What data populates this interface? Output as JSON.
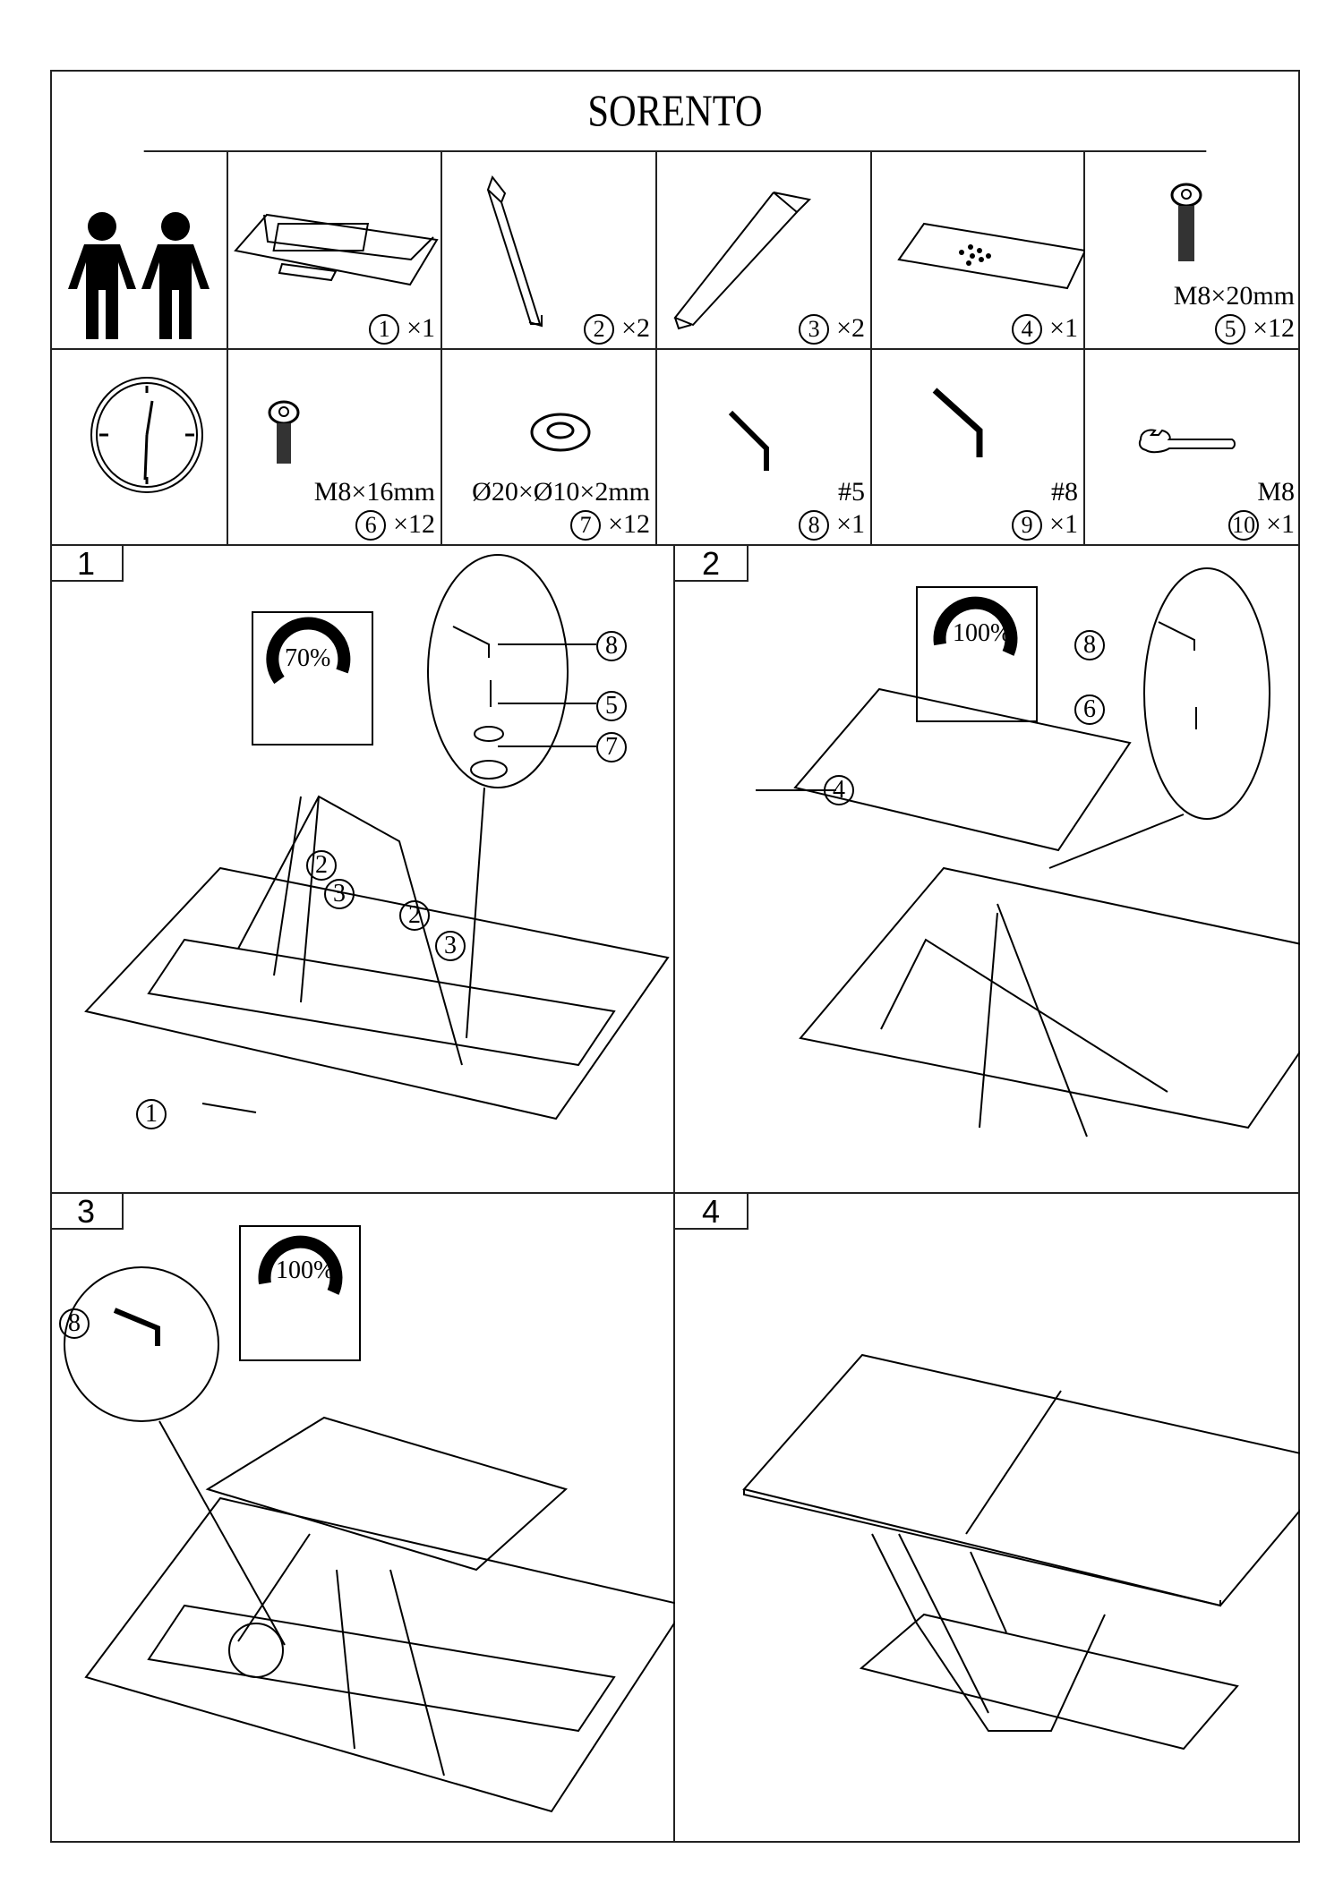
{
  "title": "SORENTO",
  "parts_row1": [
    {
      "icon": "two-persons-icon"
    },
    {
      "icon": "table-frame-icon",
      "num": "1",
      "qty": "×1"
    },
    {
      "icon": "leg-icon",
      "num": "2",
      "qty": "×2"
    },
    {
      "icon": "leg-icon",
      "num": "3",
      "qty": "×2"
    },
    {
      "icon": "top-plate-icon",
      "num": "4",
      "qty": "×1"
    },
    {
      "icon": "bolt-icon",
      "spec": "M8×20mm",
      "num": "5",
      "qty": "×12"
    }
  ],
  "parts_row2": [
    {
      "icon": "clock-icon"
    },
    {
      "icon": "bolt-icon",
      "spec": "M8×16mm",
      "num": "6",
      "qty": "×12"
    },
    {
      "icon": "washer-icon",
      "spec": "Ø20×Ø10×2mm",
      "num": "7",
      "qty": "×12"
    },
    {
      "icon": "allen-key-icon",
      "spec": "#5",
      "num": "8",
      "qty": "×1"
    },
    {
      "icon": "allen-key-icon",
      "spec": "#8",
      "num": "9",
      "qty": "×1"
    },
    {
      "icon": "wrench-icon",
      "spec": "M8",
      "num": "10",
      "qty": "×1"
    }
  ],
  "steps": [
    {
      "number": "1",
      "tighten": "70%",
      "callouts": [
        "8",
        "5",
        "7",
        "2",
        "3",
        "2",
        "3",
        "1"
      ]
    },
    {
      "number": "2",
      "tighten": "100%",
      "callouts": [
        "8",
        "6",
        "4"
      ]
    },
    {
      "number": "3",
      "tighten": "100%",
      "callouts": [
        "8"
      ]
    },
    {
      "number": "4"
    }
  ]
}
